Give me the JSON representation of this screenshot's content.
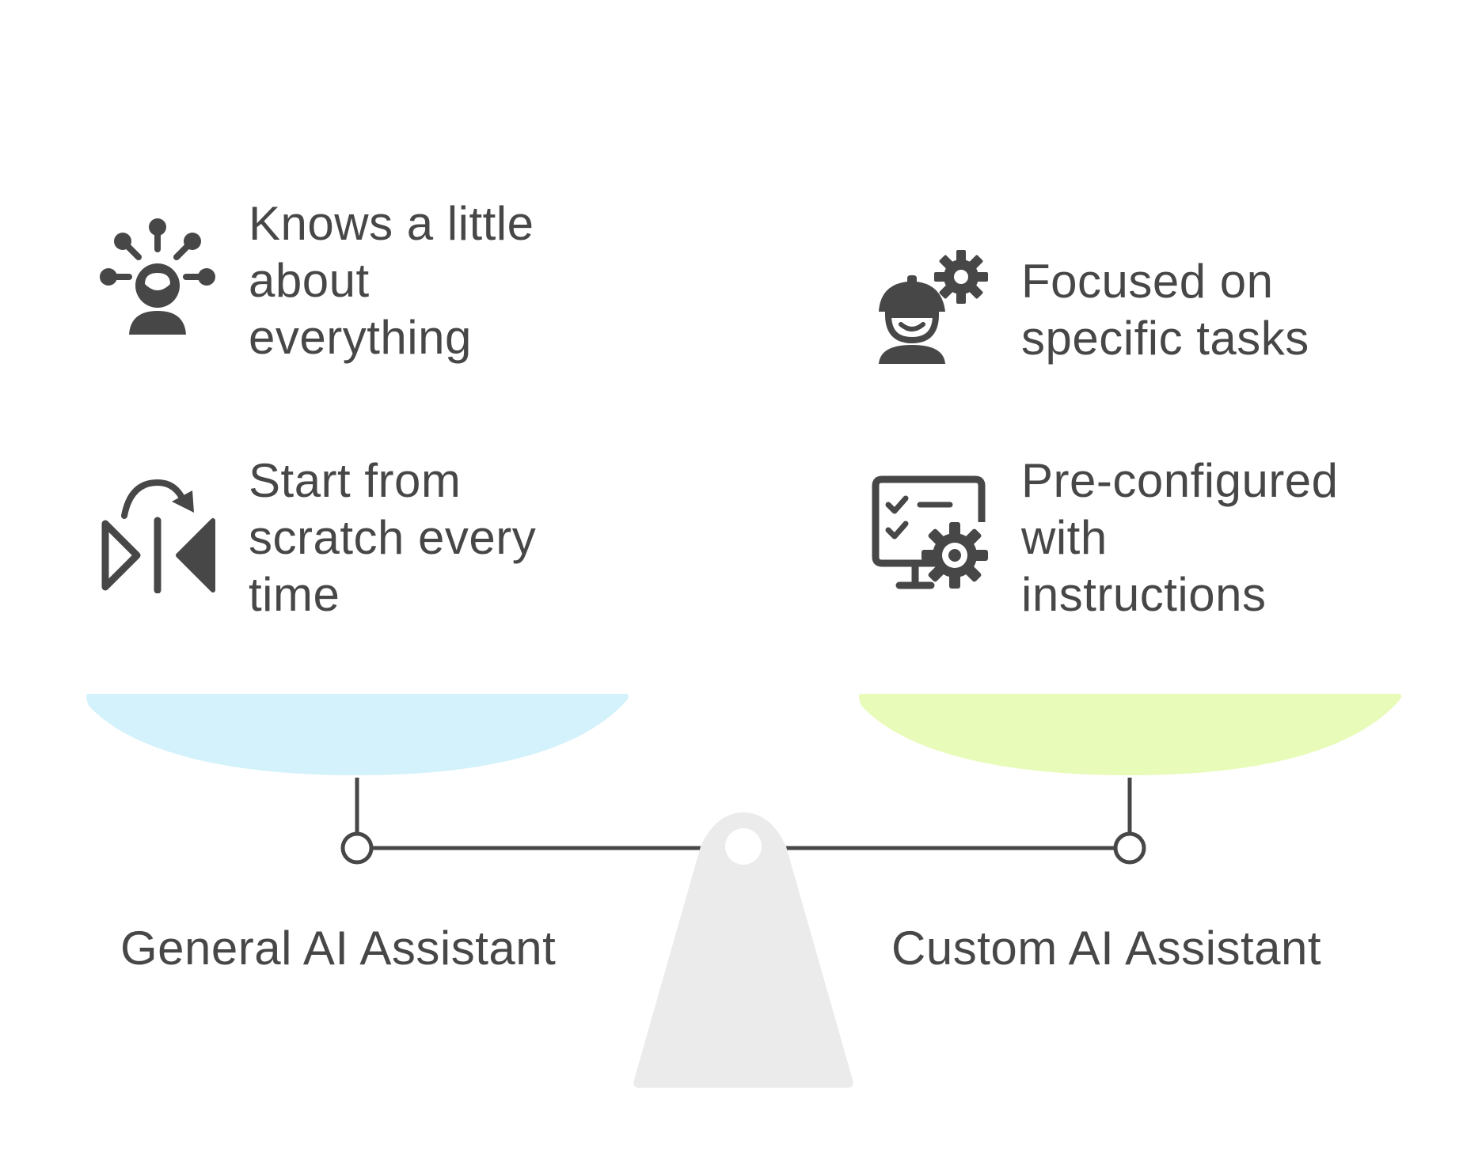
{
  "left_side": {
    "label": "General AI Assistant",
    "pan_color": "#d3f2fb",
    "items": [
      {
        "icon": "idea-person-icon",
        "lines": [
          "Knows a little",
          "about",
          "everything"
        ]
      },
      {
        "icon": "restart-arrows-icon",
        "lines": [
          "Start from",
          "scratch every",
          "time"
        ]
      }
    ]
  },
  "right_side": {
    "label": "Custom AI Assistant",
    "pan_color": "#e8fbb8",
    "items": [
      {
        "icon": "worker-gear-icon",
        "lines": [
          "Focused on",
          "specific tasks"
        ]
      },
      {
        "icon": "monitor-checklist-gear-icon",
        "lines": [
          "Pre-configured",
          "with",
          "instructions"
        ]
      }
    ]
  },
  "colors": {
    "text": "#474747",
    "beam": "#474747",
    "fulcrum": "#ebebeb"
  }
}
